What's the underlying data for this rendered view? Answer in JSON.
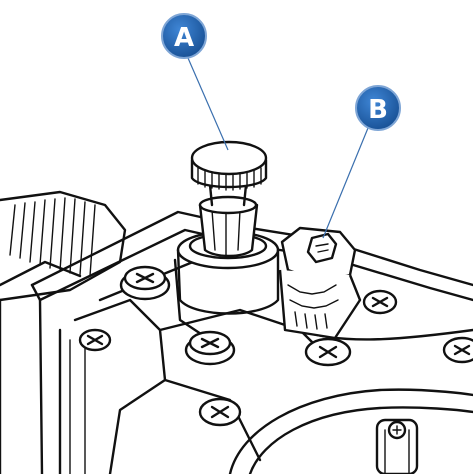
{
  "callouts": [
    {
      "label": "A",
      "target": "knob"
    },
    {
      "label": "B",
      "target": "selector"
    }
  ],
  "colors": {
    "badge_fill": "#1f5fa8",
    "badge_rim": "#7fa6d6",
    "leader_line": "#3a6fae",
    "line_art": "#111111"
  }
}
